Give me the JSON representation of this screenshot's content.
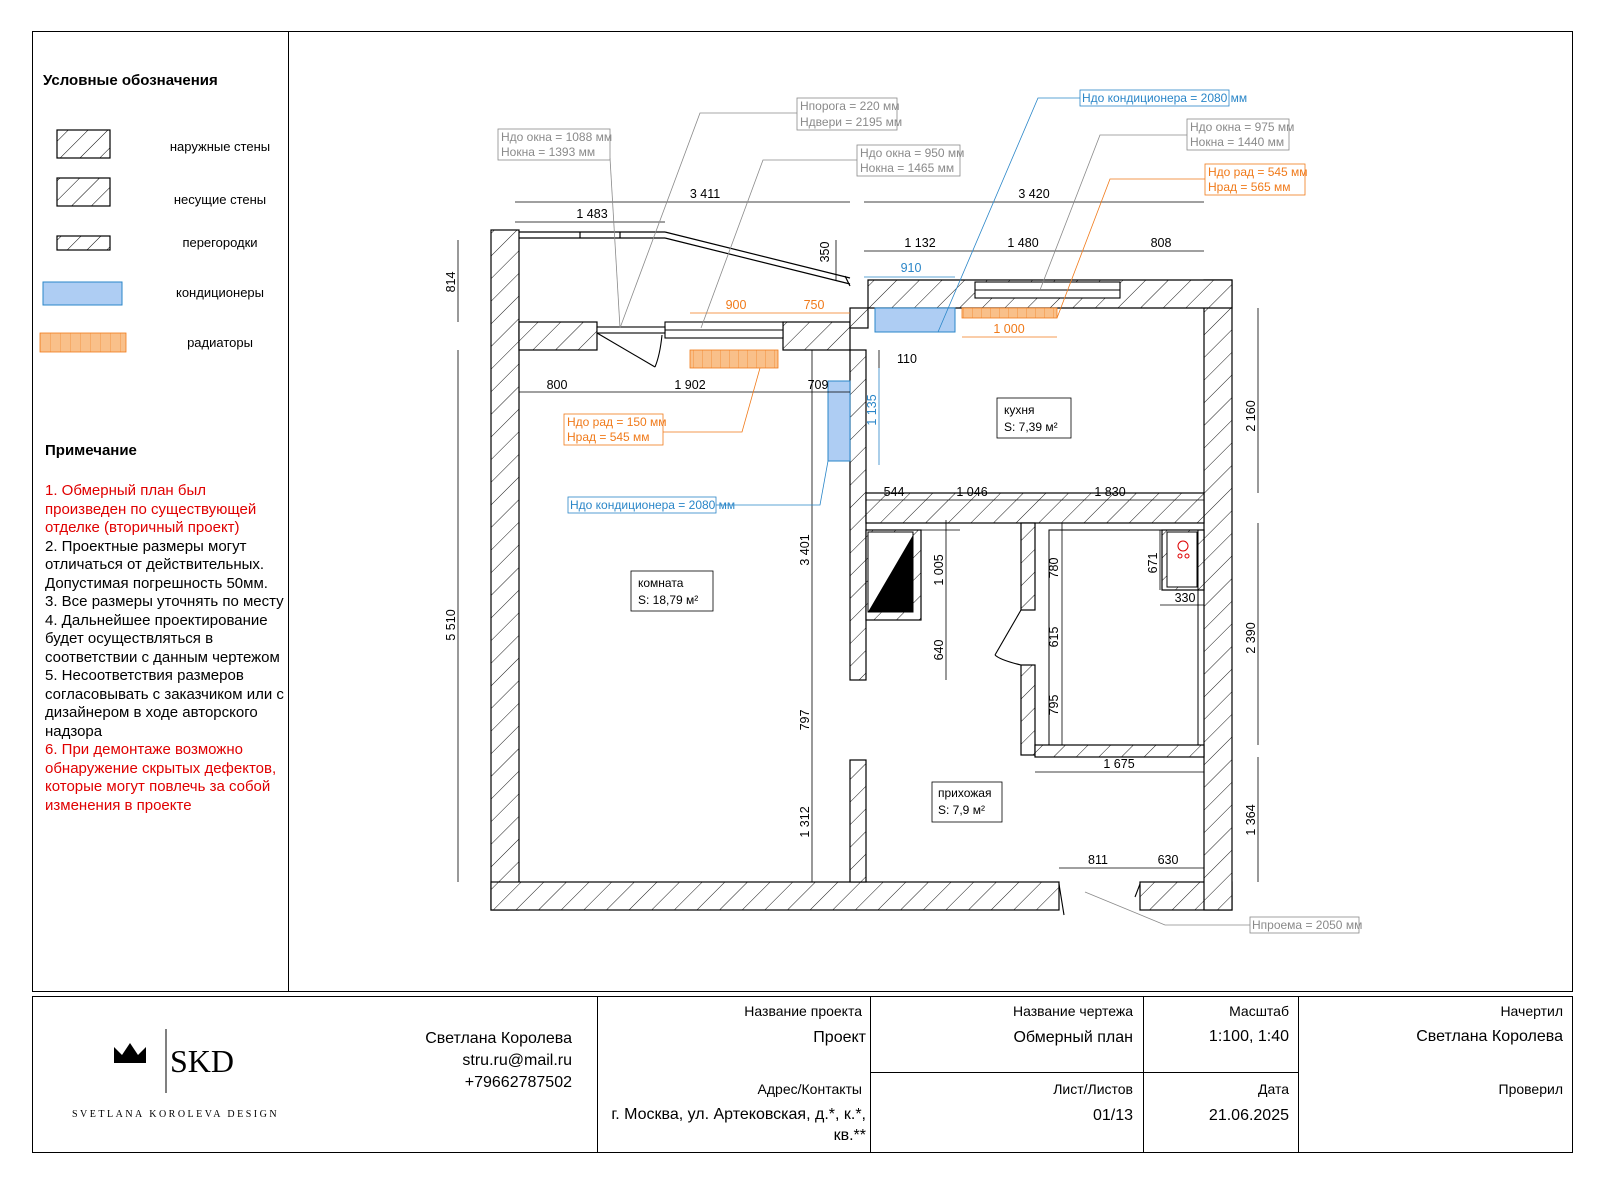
{
  "legend": {
    "title": "Условные обозначения",
    "items": [
      {
        "label": "наружные стены",
        "kind": "hatch-wall"
      },
      {
        "label": "несущие стены",
        "kind": "hatch-wall"
      },
      {
        "label": "перегородки",
        "kind": "hatch-thin"
      },
      {
        "label": "кондиционеры",
        "kind": "ac",
        "color": "#aecdf3"
      },
      {
        "label": "радиаторы",
        "kind": "radiator",
        "color": "#f9c08a"
      }
    ]
  },
  "notes": {
    "title": "Примечание",
    "items": [
      {
        "text": "1. Обмерный план был произведен по существующей отделке (вторичный проект)",
        "color": "red"
      },
      {
        "text": "2. Проектные размеры могут отличаться от действительных. Допустимая погрешность 50мм.",
        "color": "black"
      },
      {
        "text": "3. Все размеры уточнять по месту",
        "color": "black"
      },
      {
        "text": "4. Дальнейшее проектирование будет осуществляться в соответствии с данным чертежом",
        "color": "black"
      },
      {
        "text": "5. Несоответствия размеров согласовывать с заказчиком или с дизайнером в ходе авторского надзора",
        "color": "black"
      },
      {
        "text": "6. При демонтаже возможно обнаружение скрытых дефектов, которые могут повлечь за собой изменения в проекте",
        "color": "red"
      }
    ]
  },
  "rooms": [
    {
      "name": "комната",
      "area": "S: 18,79 м²"
    },
    {
      "name": "кухня",
      "area": "S: 7,39 м²"
    },
    {
      "name": "прихожая",
      "area": "S:   7,9 м²"
    }
  ],
  "callouts": {
    "threshold": "Hпорога = 220 мм",
    "door": "Hдвери = 2195 мм",
    "win1_sill": "Hдо окна = 1088 мм",
    "win1_h": "Hокна = 1393 мм",
    "win2_sill": "Hдо окна = 950 мм",
    "win2_h": "Hокна = 1465 мм",
    "ac_kitchen": "Hдо кондиционера = 2080 мм",
    "win3_sill": "Hдо окна = 975 мм",
    "win3_h": "Hокна = 1440 мм",
    "rad_kitchen_sill": "Hдо рад = 545 мм",
    "rad_kitchen_h": "Hрад = 565 мм",
    "rad_room_sill": "Hдо рад = 150 мм",
    "rad_room_h": "Hрад = 545 мм",
    "ac_room": "Hдо кондиционера = 2080 мм",
    "opening": "Hпроема = 2050 мм"
  },
  "dims": {
    "top_left_total": "3 411",
    "top_right_total": "3 420",
    "top_left_seg": "1 483",
    "d1132": "1 132",
    "d1480": "1 480",
    "d808": "808",
    "d910": "910",
    "d900": "900",
    "d750": "750",
    "d1000": "1 000",
    "d350": "350",
    "d814": "814",
    "d110": "110",
    "d800": "800",
    "d1902": "1 902",
    "d709": "709",
    "d1135": "1 135",
    "d2160": "2 160",
    "d544": "544",
    "d1046": "1 046",
    "d1830": "1 830",
    "d3401": "3 401",
    "d1005": "1 005",
    "d780": "780",
    "d671": "671",
    "d330": "330",
    "d5510": "5 510",
    "d640": "640",
    "d615": "615",
    "d2390": "2 390",
    "d795": "795",
    "d797": "797",
    "d1675": "1 675",
    "d1312": "1 312",
    "d1364": "1 364",
    "d811": "811",
    "d630": "630"
  },
  "title_block": {
    "logo_mark": "SKD",
    "logo_sub": "SVETLANA KOROLEVA DESIGN",
    "author_name": "Светлана Королева",
    "author_email": "stru.ru@mail.ru",
    "author_phone": "+79662787502",
    "project_label": "Название проекта",
    "project_value": "Проект",
    "address_label": "Адрес/Контакты",
    "address_value": "г. Москва, ул. Артековская, д.*, к.*, кв.**",
    "drawing_label": "Название чертежа",
    "drawing_value": "Обмерный план",
    "scale_label": "Масштаб",
    "scale_value": "1:100, 1:40",
    "sheet_label": "Лист/Листов",
    "sheet_value": "01/13",
    "date_label": "Дата",
    "date_value": "21.06.2025",
    "drawn_label": "Начертил",
    "drawn_value": "Светлана Королева",
    "checked_label": "Проверил"
  },
  "colors": {
    "ac": "#aecdf3",
    "ac_stroke": "#2a86c8",
    "radiator": "#f9c08a",
    "radiator_stroke": "#f07a1a",
    "note_red": "#e00000",
    "callout_gray": "#8a8a8a",
    "callout_blue": "#2a86c8",
    "callout_orange": "#f07a1a"
  }
}
